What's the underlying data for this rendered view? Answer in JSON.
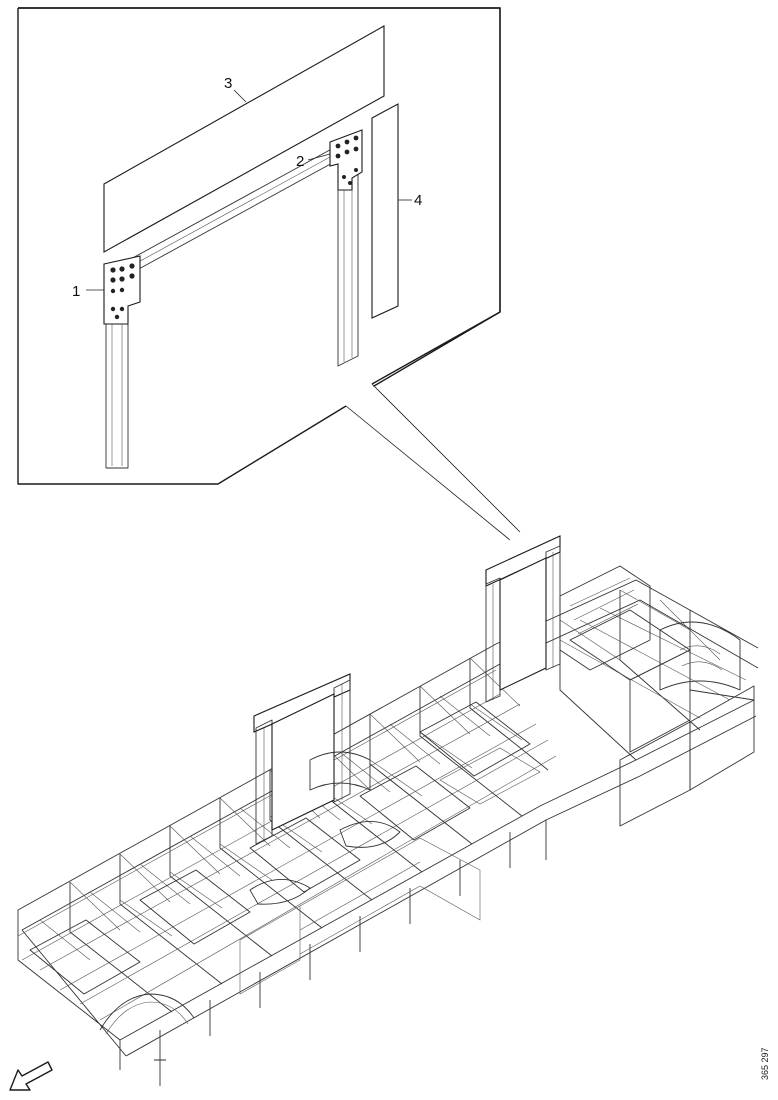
{
  "callouts": [
    {
      "id": "1",
      "label": "1"
    },
    {
      "id": "2",
      "label": "2"
    },
    {
      "id": "3",
      "label": "3"
    },
    {
      "id": "4",
      "label": "4"
    }
  ],
  "reference_code": "365 297",
  "colors": {
    "line": "#1a1a1a",
    "background": "#ffffff"
  },
  "icons": {
    "direction_arrow": "arrow-down-left-icon"
  }
}
